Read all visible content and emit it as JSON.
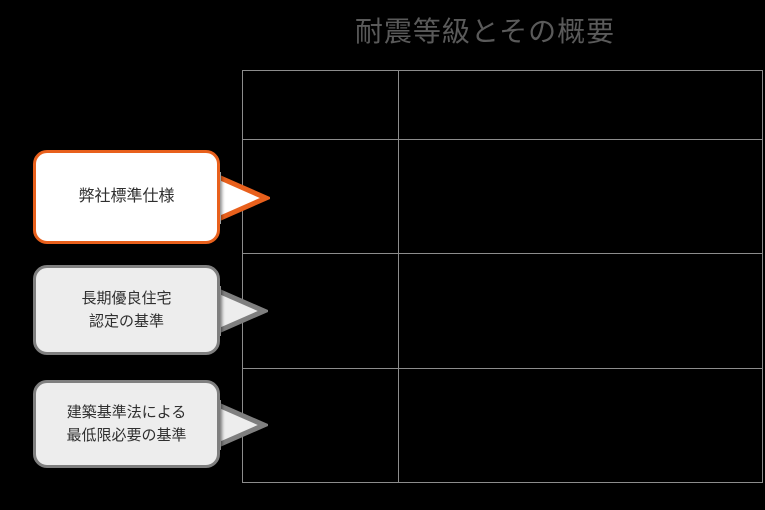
{
  "slide": {
    "title": "耐震等級とその概要",
    "background_color": "#000000",
    "title_color": "#5a5a5a"
  },
  "table": {
    "border_color": "#8c8c8c",
    "columns": [
      "",
      ""
    ],
    "rows": [
      {
        "grade": "",
        "description": ""
      },
      {
        "grade": "",
        "description": ""
      },
      {
        "grade": "",
        "description": ""
      },
      {
        "grade": "",
        "description": ""
      }
    ]
  },
  "callouts": [
    {
      "id": "standard",
      "lines": [
        "弊社標準仕様"
      ],
      "border_color": "#e8601c",
      "fill_color": "#ffffff",
      "text_color": "#2f2f2f"
    },
    {
      "id": "chouki",
      "lines": [
        "長期優良住宅",
        "認定の基準"
      ],
      "border_color": "#7f7f7f",
      "fill_color": "#ededed",
      "text_color": "#2f2f2f"
    },
    {
      "id": "kijun",
      "lines": [
        "建築基準法による",
        "最低限必要の基準"
      ],
      "border_color": "#7f7f7f",
      "fill_color": "#ededed",
      "text_color": "#2f2f2f"
    }
  ]
}
